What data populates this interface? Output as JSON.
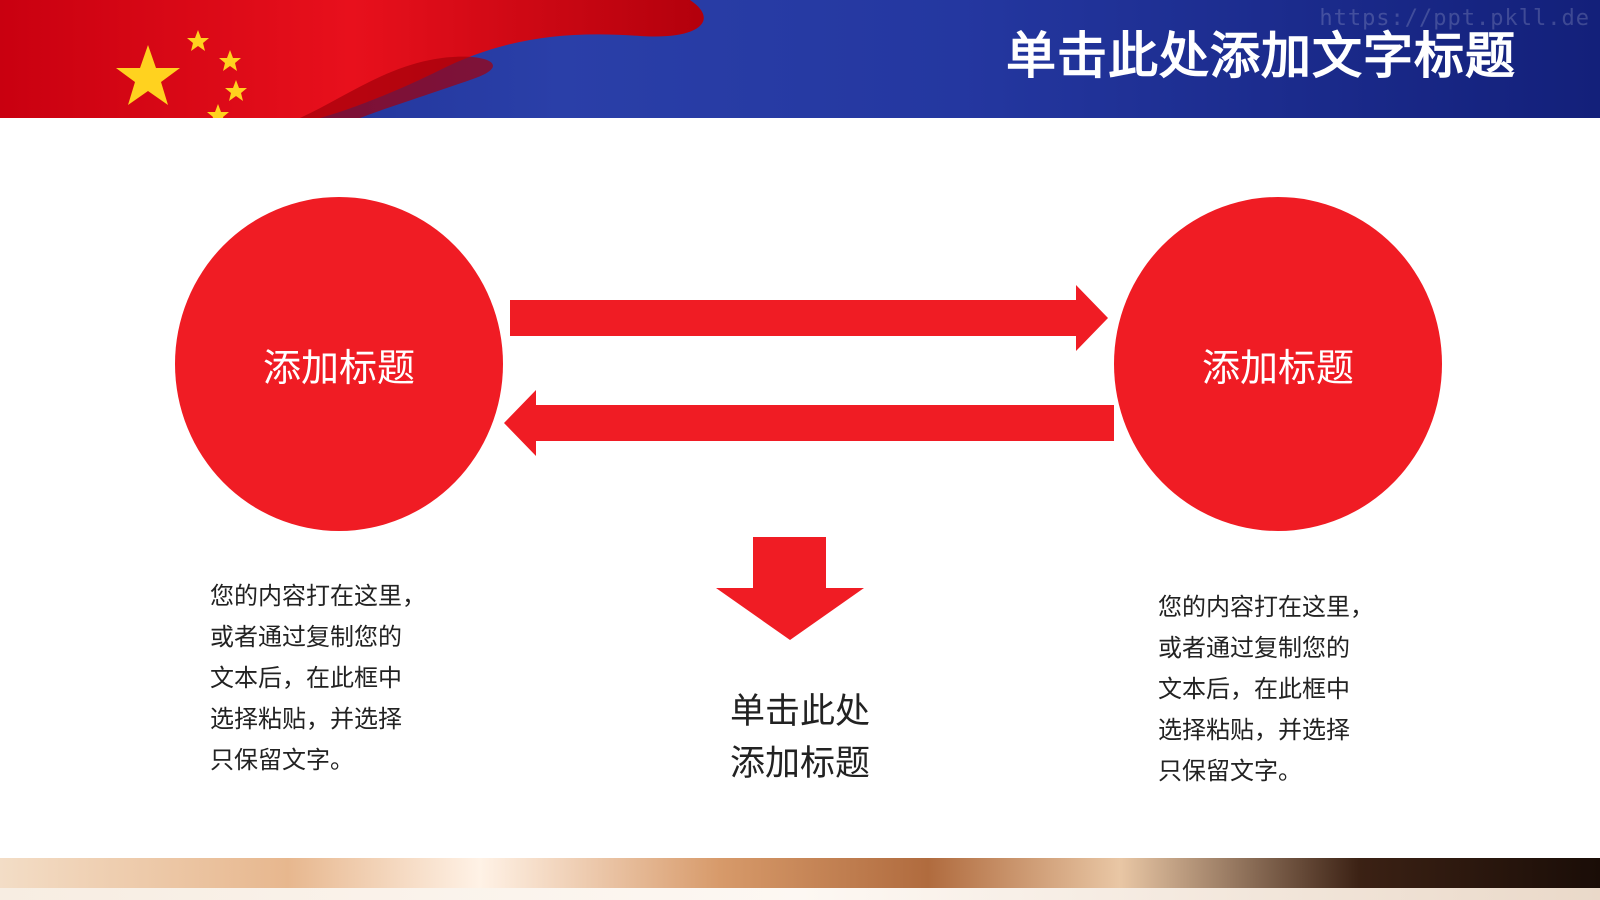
{
  "header": {
    "title": "单击此处添加文字标题",
    "watermark": "https://ppt.pkll.de"
  },
  "diagram": {
    "left_node": {
      "label": "添加标题"
    },
    "right_node": {
      "label": "添加标题"
    },
    "left_text": "您的内容打在这里，\n或者通过复制您的\n文本后，在此框中\n选择粘贴，并选择\n只保留文字。",
    "right_text": "您的内容打在这里，\n或者通过复制您的\n文本后，在此框中\n选择粘贴，并选择\n只保留文字。",
    "center_title": "单击此处\n添加标题"
  },
  "colors": {
    "accent_red": "#f01c24",
    "header_blue": "#1a2c8f",
    "star_yellow": "#ffd21f"
  },
  "icons": {
    "flag": "chinese-flag-icon",
    "arrows": [
      "arrow-right-icon",
      "arrow-left-icon",
      "arrow-down-icon"
    ]
  }
}
